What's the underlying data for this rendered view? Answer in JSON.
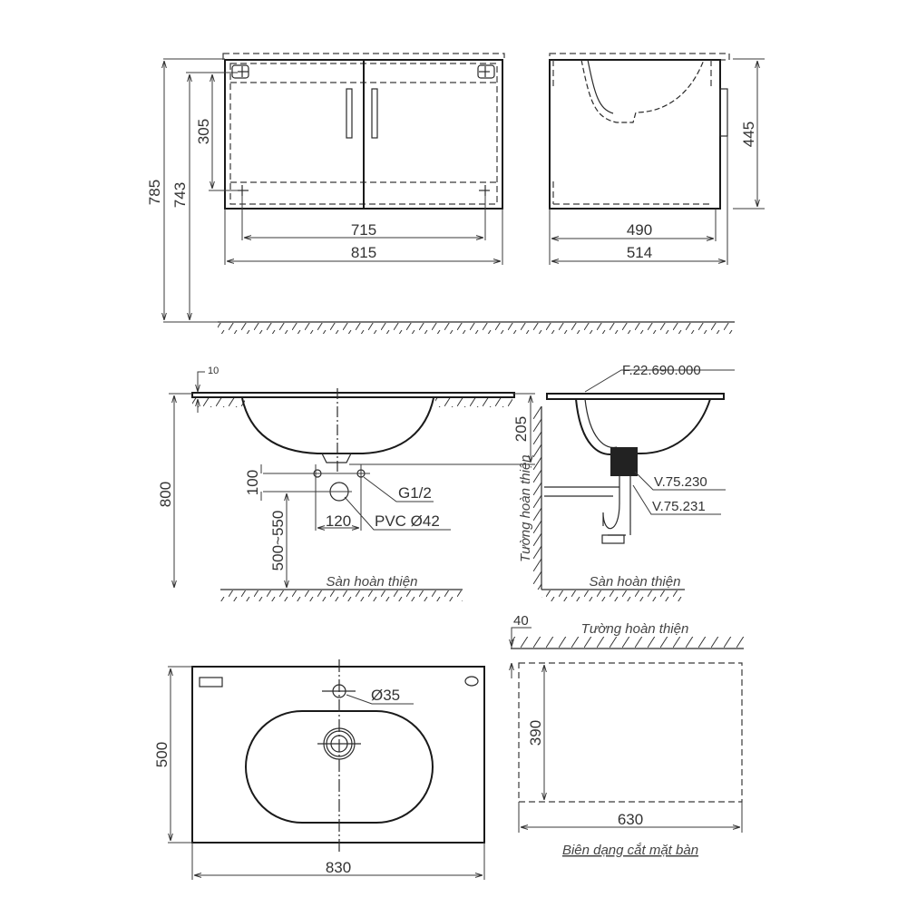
{
  "drawing": {
    "title": "Technical drawing: wall-hung vanity cabinet with countertop basin",
    "front_view": {
      "dims": {
        "total_height": "785",
        "mount_height": "743",
        "mount_spacing_vertical": "305",
        "mount_spacing_horizontal": "715",
        "cabinet_width": "815"
      }
    },
    "side_view": {
      "dims": {
        "inner_depth": "490",
        "cabinet_depth": "514",
        "cabinet_height": "445"
      }
    },
    "basin_section": {
      "dims": {
        "top_thickness": "10",
        "basin_depth": "205",
        "mount_height": "800",
        "supply_offset": "100",
        "drain_spacing": "120",
        "drain_height": "500~550"
      },
      "callouts": {
        "supply": "G1/2",
        "drain": "PVC Ø42"
      },
      "floor_label": "Sàn hoàn thiện"
    },
    "basin_side_section": {
      "callouts": {
        "part_basin": "F.22.690.000",
        "part_drain": "V.75.230",
        "part_trap": "V.75.231"
      },
      "wall_label": "Tường hoàn thiện",
      "floor_label": "Sàn hoàn thiện"
    },
    "top_view": {
      "dims": {
        "depth": "500",
        "width": "830",
        "tap_hole": "Ø35"
      }
    },
    "cutout": {
      "dims": {
        "wall_offset": "40",
        "depth": "390",
        "width": "630"
      },
      "wall_label": "Tường hoàn thiện",
      "caption": "Biên dạng cắt mặt bàn"
    }
  }
}
